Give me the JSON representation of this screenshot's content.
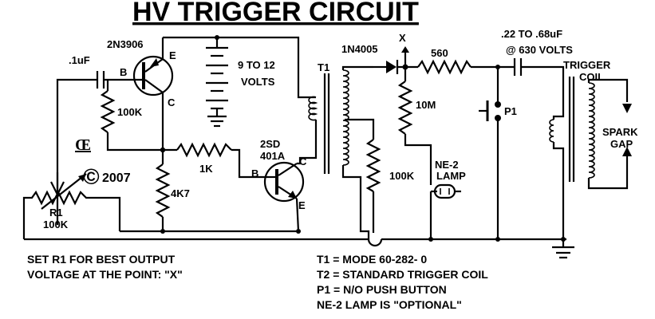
{
  "title": "HV TRIGGER CIRCUIT",
  "labels": {
    "q1": "2N3906",
    "q1_e": "E",
    "q1_b": "B",
    "q1_c": "C",
    "c1": ".1uF",
    "r100k_a": "100K",
    "battery1": "9 TO 12",
    "battery2": "VOLTS",
    "t1": "T1",
    "diode": "1N4005",
    "pointx": "X",
    "r560": "560",
    "cap_a": ".22 TO .68uF",
    "cap_b": "@ 630 VOLTS",
    "trig_a": "TRIGGER",
    "trig_b": "COIL",
    "p1": "P1",
    "r10m": "10M",
    "spark_a": "SPARK",
    "spark_b": "GAP",
    "logo": "Œ",
    "copyright": "©",
    "year": "2007",
    "r1k": "1K",
    "q2_a": "2SD",
    "q2_b": "401A",
    "q2_b_pin": "B",
    "q2_c_pin": "C",
    "q2_e_pin": "E",
    "r100k_b": "100K",
    "ne2_a": "NE-2",
    "ne2_b": "LAMP",
    "r4k7": "4K7",
    "r1_a": "R1",
    "r1_b": "100K"
  },
  "notes_left": [
    "SET R1 FOR BEST OUTPUT",
    "VOLTAGE  AT THE POINT: \"X\""
  ],
  "notes_right": [
    "T1 = MODE 60-282- 0",
    "T2 = STANDARD TRIGGER COIL",
    "P1 = N/O PUSH BUTTON",
    "NE-2 LAMP IS \"OPTIONAL\""
  ]
}
